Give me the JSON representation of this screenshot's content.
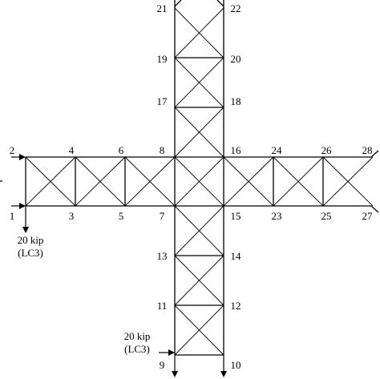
{
  "diagram": {
    "node_labels": {
      "n1": "1",
      "n2": "2",
      "n3": "3",
      "n4": "4",
      "n5": "5",
      "n6": "6",
      "n7": "7",
      "n8": "8",
      "n9": "9",
      "n10": "10",
      "n11": "11",
      "n12": "12",
      "n13": "13",
      "n14": "14",
      "n15": "15",
      "n16": "16",
      "n17": "17",
      "n18": "18",
      "n19": "19",
      "n20": "20",
      "n21": "21",
      "n22": "22",
      "n23": "23",
      "n24": "24",
      "n25": "25",
      "n26": "26",
      "n27": "27",
      "n28": "28"
    },
    "loads": [
      {
        "line1": "20 kip",
        "line2": "(LC3)"
      },
      {
        "line1": "20 kip",
        "line2": "(LC3)"
      }
    ],
    "colors": {
      "line": "#000000",
      "background": "#ffffff"
    }
  }
}
